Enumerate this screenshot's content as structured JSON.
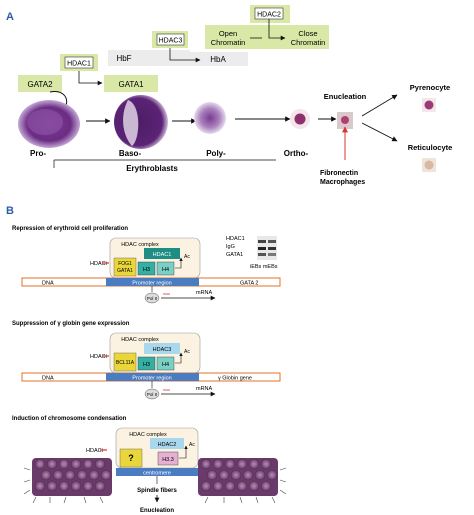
{
  "panel_a": {
    "label": "A",
    "gata2": "GATA2",
    "hdac1": "HDAC1",
    "gata1": "GATA1",
    "hdac3": "HDAC3",
    "hbf": "HbF",
    "hba": "HbA",
    "hdac2": "HDAC2",
    "open_chromatin": [
      "Open",
      "Chromatin"
    ],
    "close_chromatin": [
      "Close",
      "Chromatin"
    ],
    "stages": [
      "Pro-",
      "Baso-",
      "Poly-",
      "Ortho-"
    ],
    "erythroblasts": "Erythroblasts",
    "enucleation": "Enucleation",
    "pyrenocyte": "Pyrenocyte",
    "reticulocyte": "Reticulocyte",
    "fibronectin": [
      "Fibronectin",
      "Macrophages"
    ]
  },
  "panel_b": {
    "label": "B",
    "sections": [
      {
        "title": "Repression of erythroid cell proliferation",
        "complex": "HDAC complex",
        "hdac": "HDAC1",
        "partner": [
          "FOG1",
          "GATA1"
        ],
        "h3": "H3",
        "h4": "H4",
        "ac": "Ac",
        "hdaci": "HDACi",
        "dna": "DNA",
        "promoter": "Promoter region",
        "gene": "GATA 2",
        "pol": "Pol II",
        "mrna": "mRNA"
      },
      {
        "title": "Suppression of γ globin gene expression",
        "complex": "HDAC complex",
        "hdac": "HDAC3",
        "partner": [
          "BCL11A"
        ],
        "h3": "H3",
        "h4": "H4",
        "ac": "Ac",
        "hdaci": "HDACi",
        "dna": "DNA",
        "promoter": "Promoter region",
        "gene": "γ Globin gene",
        "pol": "Pol II",
        "mrna": "mRNA"
      },
      {
        "title": "Induction of chromosome condensation",
        "complex": "HDAC complex",
        "hdac": "HDAC2",
        "partner": [
          "?"
        ],
        "h3": "H3.3",
        "ac": "Ac",
        "hdaci": "HDACi",
        "centromere": "centromere",
        "spindle": "Spindle fibers",
        "enucleation": "Enucleation"
      }
    ],
    "blot_labels": [
      "HDAC1",
      "IgG",
      "GATA1"
    ],
    "blot_caption": "iEBs mEBs"
  },
  "colors": {
    "green_box": "#d9e8a6",
    "teal_hdac": "#1e8d84",
    "teal_histone": "#33b0a3",
    "blue_bar": "#4a7cc1",
    "yellow_partner": "#e8d63a",
    "orange_dna": "#e2702a",
    "red_arrow": "#d9342b",
    "pink_h33": "#e5b0d2",
    "purple_nucleus": "#6b2c83"
  }
}
